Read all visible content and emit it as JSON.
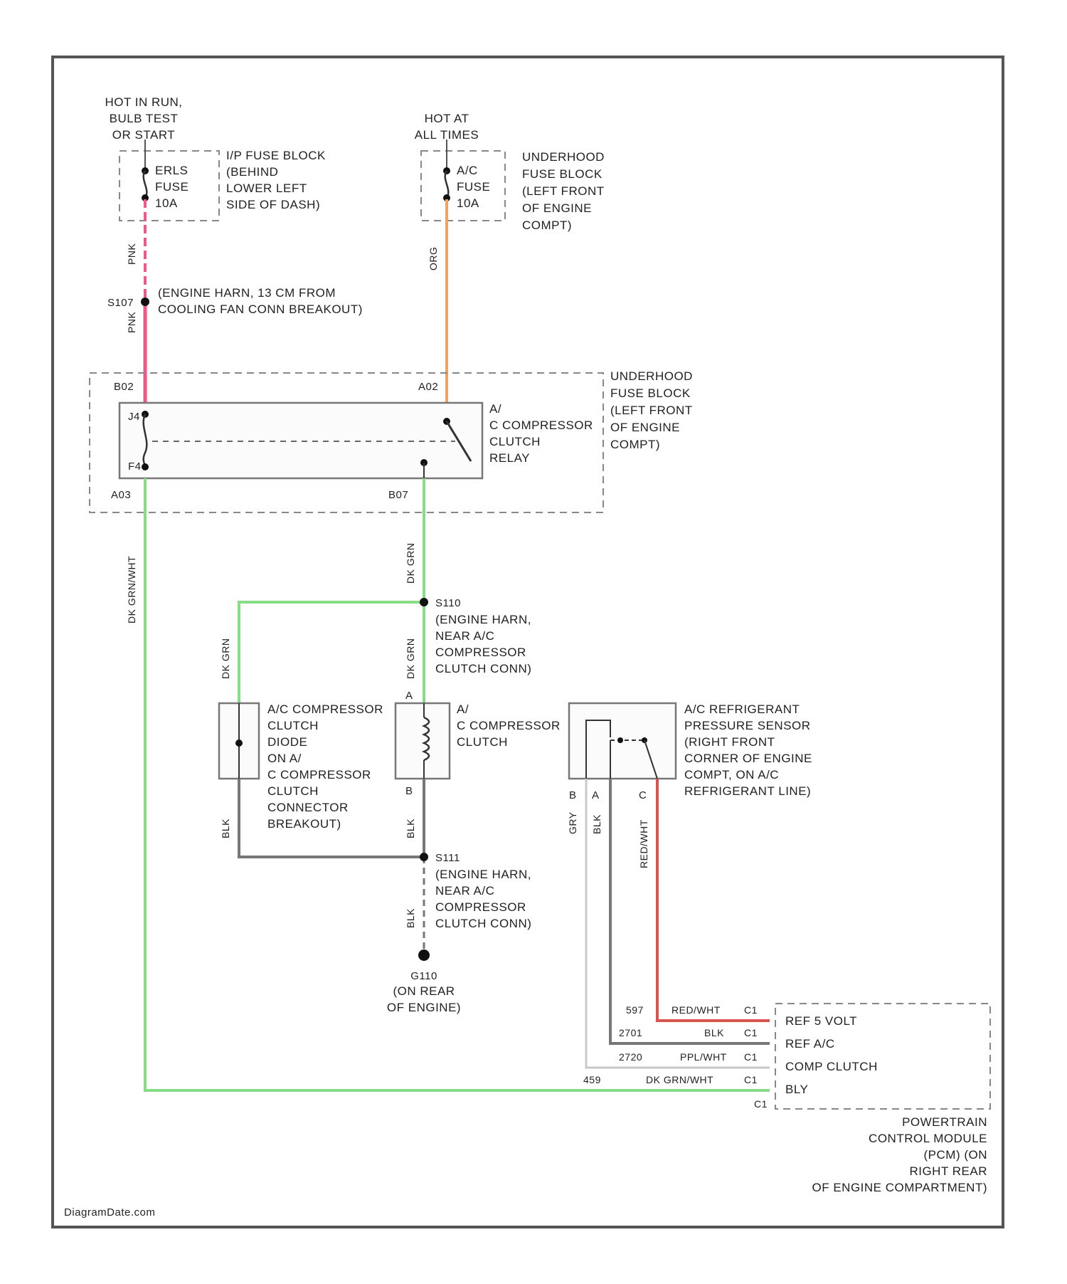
{
  "fuse_left": {
    "hot_label": [
      "HOT IN RUN,",
      "BULB TEST",
      "OR START"
    ],
    "fuse_name": [
      "ERLS",
      "FUSE",
      "10A"
    ],
    "location": [
      "I/P FUSE BLOCK",
      "(BEHIND",
      "LOWER LEFT",
      "SIDE OF DASH)"
    ]
  },
  "fuse_right": {
    "hot_label": [
      "HOT AT",
      "ALL TIMES"
    ],
    "fuse_name": [
      "A/C",
      "FUSE",
      "10A"
    ],
    "location": [
      "UNDERHOOD",
      "FUSE BLOCK",
      "(LEFT FRONT",
      "OF ENGINE",
      "COMPT)"
    ]
  },
  "wire_pnk_1": "PNK",
  "wire_pnk_2": "PNK",
  "wire_org": "ORG",
  "splice_s107": {
    "id": "S107",
    "desc": [
      "(ENGINE HARN, 13 CM FROM",
      "COOLING FAN CONN BREAKOUT)"
    ]
  },
  "relay_block": {
    "pin_b02": "B02",
    "pin_a02": "A02",
    "pin_a03": "A03",
    "pin_b07": "B07",
    "coil_top": "J4",
    "coil_bot": "F4",
    "name": [
      "A/",
      "C COMPRESSOR",
      "CLUTCH",
      "RELAY"
    ],
    "location": [
      "UNDERHOOD",
      "FUSE BLOCK",
      "(LEFT FRONT",
      "OF ENGINE",
      "COMPT)"
    ]
  },
  "wire_dkgrn_left": "DK GRN/WHT",
  "wire_dkgrn_1": "DK GRN",
  "wire_dkgrn_2": "DK GRN",
  "wire_dkgrn_3": "DK GRN",
  "splice_s110": {
    "id": "S110",
    "desc": [
      "(ENGINE HARN,",
      "NEAR A/C",
      "COMPRESSOR",
      "CLUTCH CONN)"
    ]
  },
  "diode": {
    "desc": [
      "A/C COMPRESSOR",
      "CLUTCH",
      "DIODE",
      "ON A/",
      "C COMPRESSOR",
      "CLUTCH",
      "CONNECTOR",
      "BREAKOUT)"
    ]
  },
  "clutch": {
    "pin_a": "A",
    "pin_b": "B",
    "desc": [
      "A/",
      "C COMPRESSOR",
      "CLUTCH"
    ]
  },
  "sensor": {
    "pins": [
      "B",
      "A",
      "C"
    ],
    "desc": [
      "A/C REFRIGERANT",
      "PRESSURE SENSOR",
      "(RIGHT FRONT",
      "CORNER OF ENGINE",
      "COMPT, ON A/C",
      "REFRIGERANT LINE)"
    ]
  },
  "wire_blk_1": "BLK",
  "wire_blk_2": "BLK",
  "wire_blk_3": "BLK",
  "wire_gry": "GRY",
  "wire_blk_s": "BLK",
  "wire_redwht": "RED/WHT",
  "splice_s111": {
    "id": "S111",
    "desc": [
      "(ENGINE HARN,",
      "NEAR A/C",
      "COMPRESSOR",
      "CLUTCH CONN)"
    ]
  },
  "ground_g110": {
    "id": "G110",
    "desc": [
      "(ON REAR",
      "OF ENGINE)"
    ]
  },
  "pcm": {
    "circuits": [
      "597",
      "2701",
      "2720",
      "459"
    ],
    "wire_colors": [
      "RED/WHT",
      "BLK",
      "PPL/WHT",
      "DK GRN/WHT"
    ],
    "connectors": [
      "C1",
      "C1",
      "C1",
      "C1"
    ],
    "functions": [
      "REF 5 VOLT",
      "REF A/C",
      "COMP CLUTCH",
      "BLY"
    ],
    "c_label": "C1",
    "name": [
      "POWERTRAIN",
      "CONTROL MODULE",
      "(PCM) (ON",
      "RIGHT REAR",
      "OF ENGINE COMPARTMENT)"
    ]
  },
  "watermark": "DiagramDate.com",
  "colors": {
    "pink": "#ee5a84",
    "orange": "#f0a35a",
    "green": "#86dd86",
    "gray": "#777777",
    "red": "#d9534f",
    "light_gray": "#c8c8c8"
  }
}
